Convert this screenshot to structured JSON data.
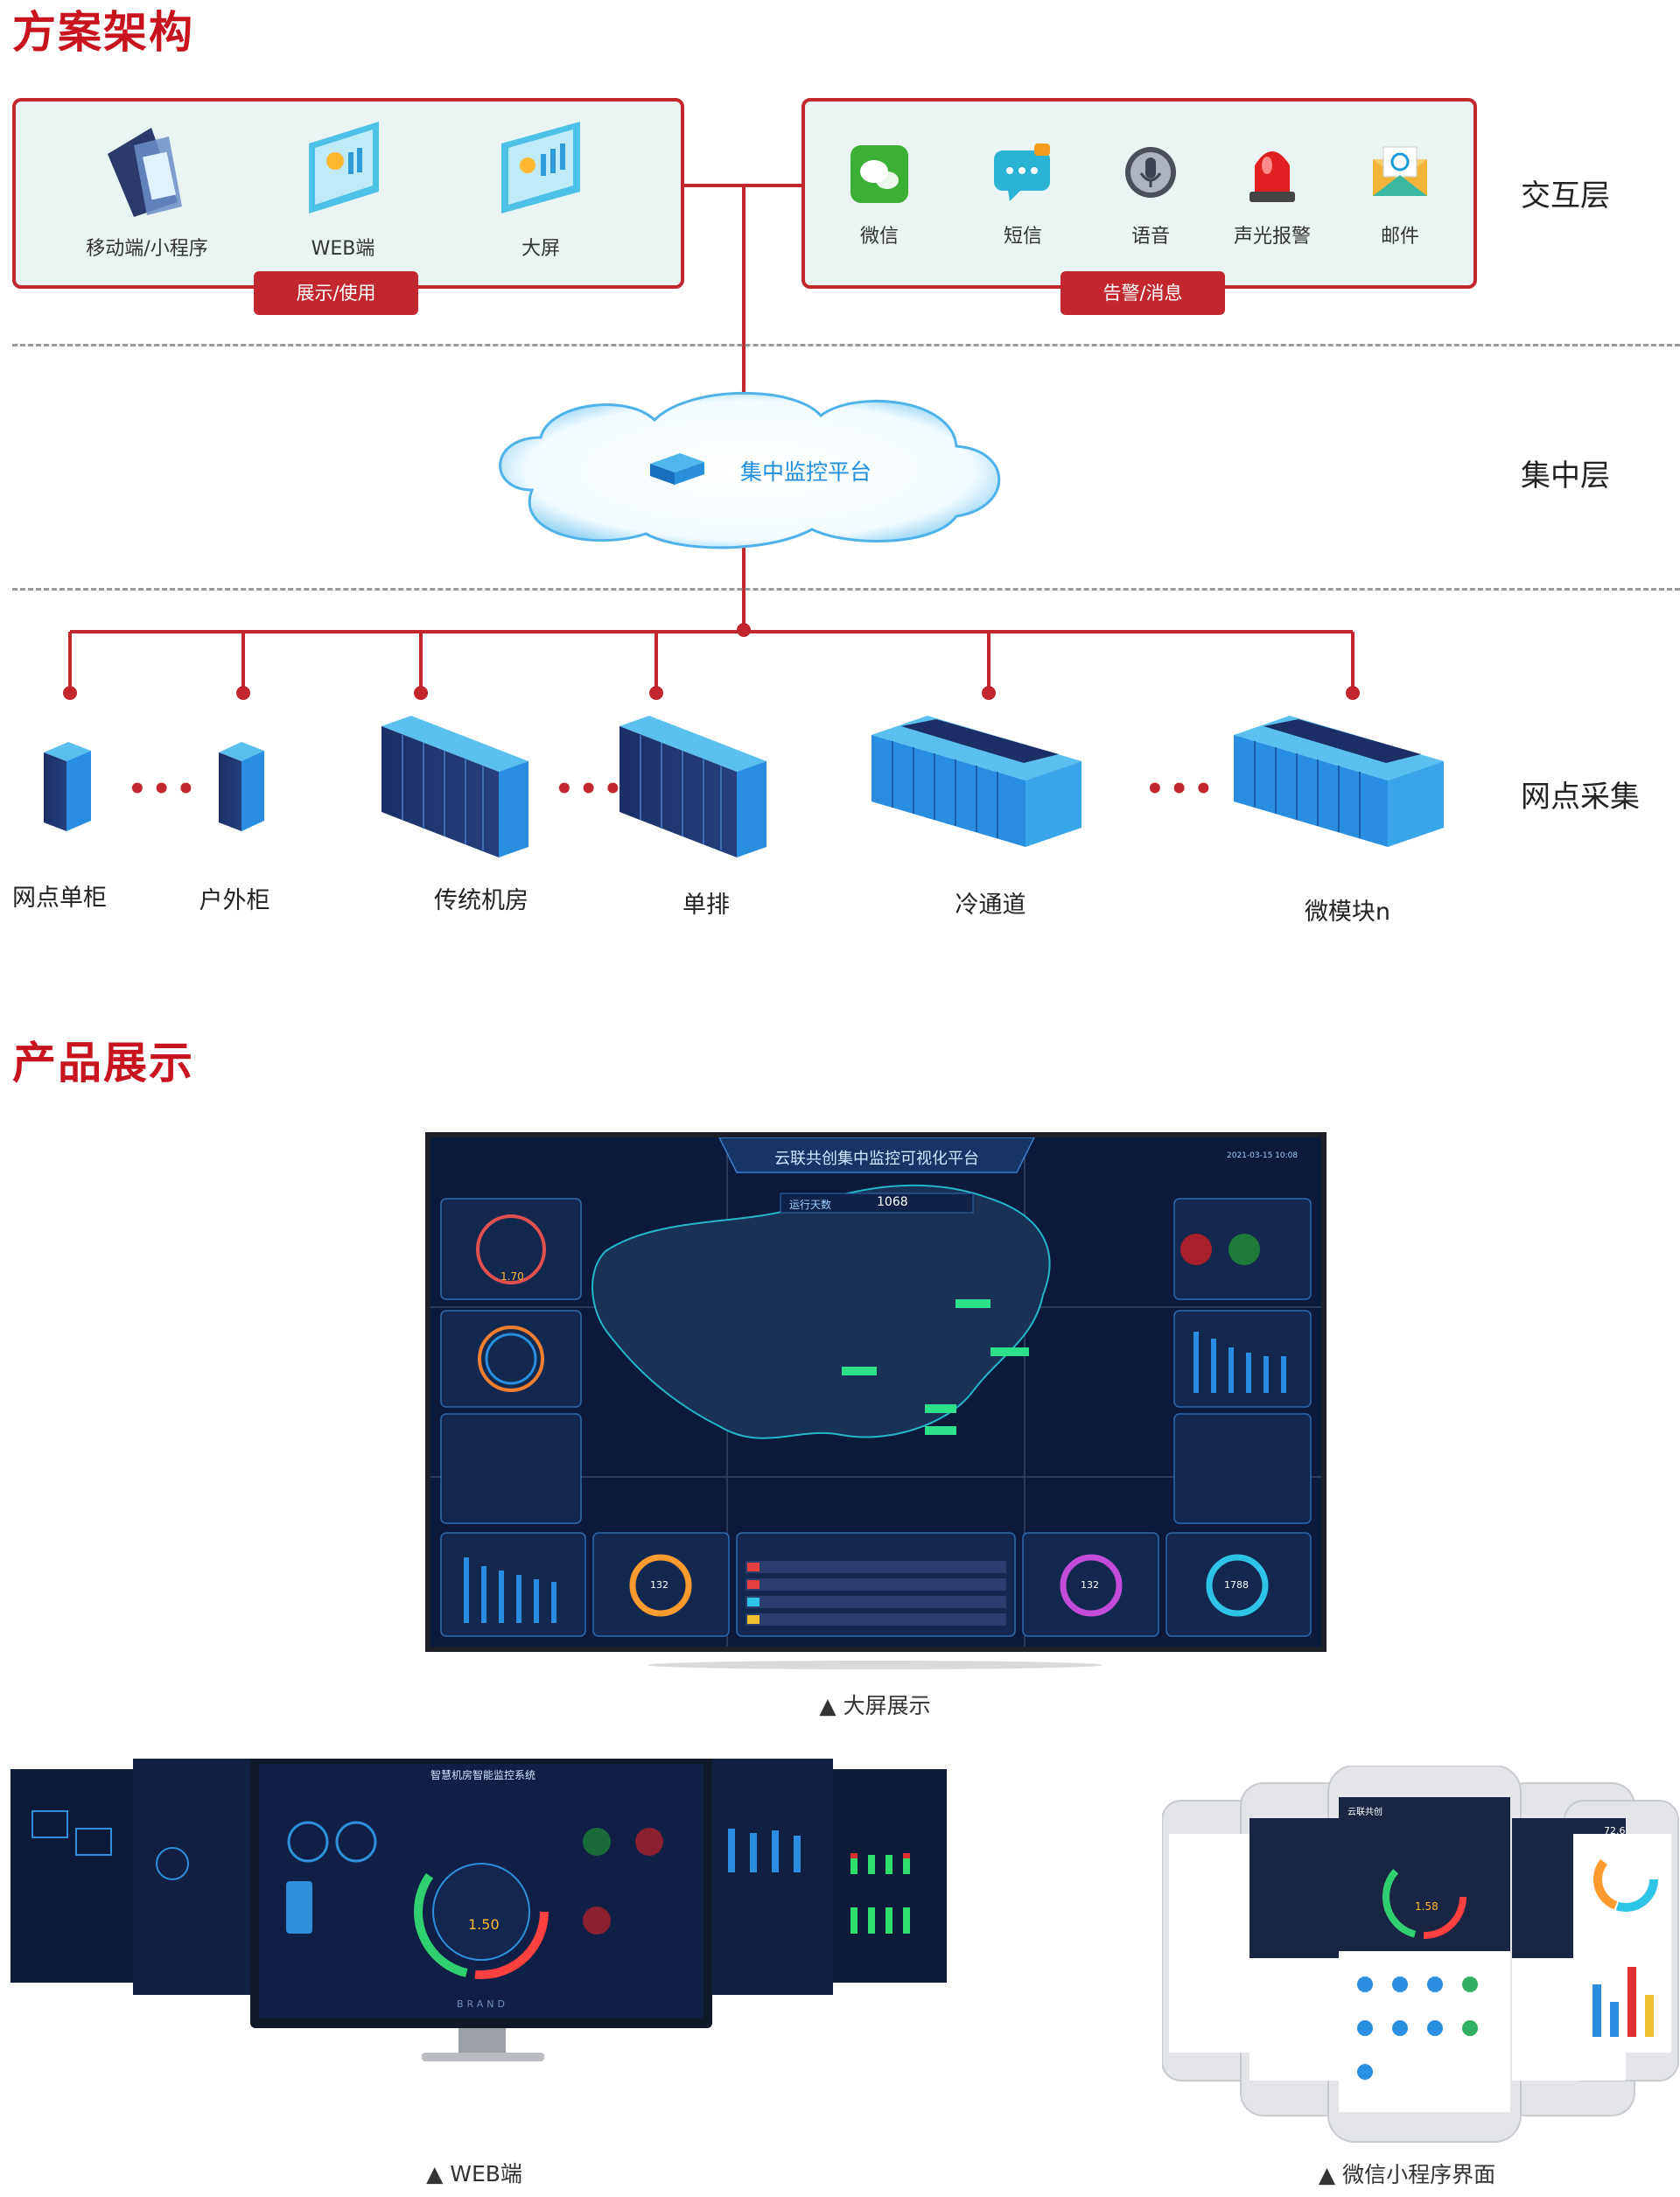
{
  "sections": {
    "architecture_title": "方案架构",
    "product_title": "产品展示"
  },
  "interaction_panel": {
    "items": [
      {
        "label": "移动端/小程序",
        "icon": "mobile-icon"
      },
      {
        "label": "WEB端",
        "icon": "web-monitor-icon"
      },
      {
        "label": "大屏",
        "icon": "bigscreen-icon"
      }
    ],
    "tag": "展示/使用"
  },
  "alert_panel": {
    "items": [
      {
        "label": "微信",
        "icon": "wechat-icon"
      },
      {
        "label": "短信",
        "icon": "sms-icon"
      },
      {
        "label": "语音",
        "icon": "voice-icon"
      },
      {
        "label": "声光报警",
        "icon": "alarm-light-icon"
      },
      {
        "label": "邮件",
        "icon": "mail-icon"
      }
    ],
    "tag": "告警/消息"
  },
  "layers": {
    "interaction": "交互层",
    "central": "集中层",
    "collection": "网点采集"
  },
  "platform": {
    "label": "集中监控平台",
    "icon": "server-box-icon"
  },
  "nodes": [
    {
      "label": "网点单柜"
    },
    {
      "label": "户外柜"
    },
    {
      "label": "传统机房"
    },
    {
      "label": "单排"
    },
    {
      "label": "冷通道"
    },
    {
      "label": "微模块n"
    }
  ],
  "ellipsis": "•••",
  "bigscreen": {
    "title": "云联共创集中监控可视化平台",
    "days_label": "运行天数",
    "days_value": "1068",
    "datetime": "2021-03-15 10:08",
    "pue_value": "1.70",
    "ring1_value": "132",
    "ring2_value": "132",
    "ring3_value": "1788"
  },
  "captions": {
    "bigscreen": "▲ 大屏展示",
    "web": "▲ WEB端",
    "miniapp": "▲ 微信小程序界面"
  },
  "web_screen": {
    "title": "智慧机房智能监控系统",
    "pue": "1.50",
    "brand": "BRAND"
  },
  "phones": {
    "app_title": "云联共创",
    "pue": "1.58",
    "value2": "72.6"
  },
  "colors": {
    "brand_red": "#c1272d",
    "panel_bg": "#eaf4f3",
    "screen_bg": "#0b1a3a",
    "accent_blue": "#1f8ee0"
  }
}
